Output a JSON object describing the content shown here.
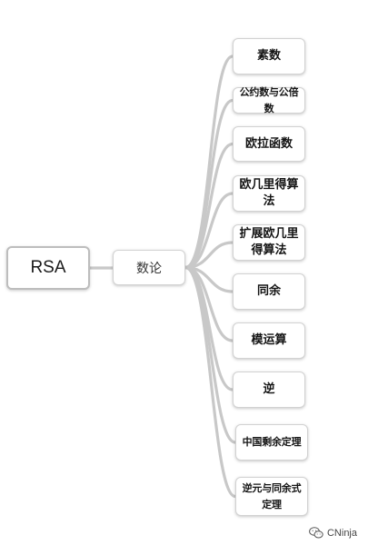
{
  "root": {
    "label": "RSA"
  },
  "hub": {
    "label": "数论"
  },
  "topics": [
    {
      "label": "素数"
    },
    {
      "label": "公约数与公倍数"
    },
    {
      "label": "欧拉函数"
    },
    {
      "label": "欧几里得算法"
    },
    {
      "label": "扩展欧几里得算法"
    },
    {
      "label": "同余"
    },
    {
      "label": "模运算"
    },
    {
      "label": "逆"
    },
    {
      "label": "中国剩余定理"
    },
    {
      "label": "逆元与同余式定理"
    }
  ],
  "watermark": {
    "text": "CNinja",
    "icon": "wechat-icon"
  },
  "colors": {
    "connector": "#c8c8c8",
    "node_border": "#d2d2d2",
    "text": "#1a1a1a"
  }
}
